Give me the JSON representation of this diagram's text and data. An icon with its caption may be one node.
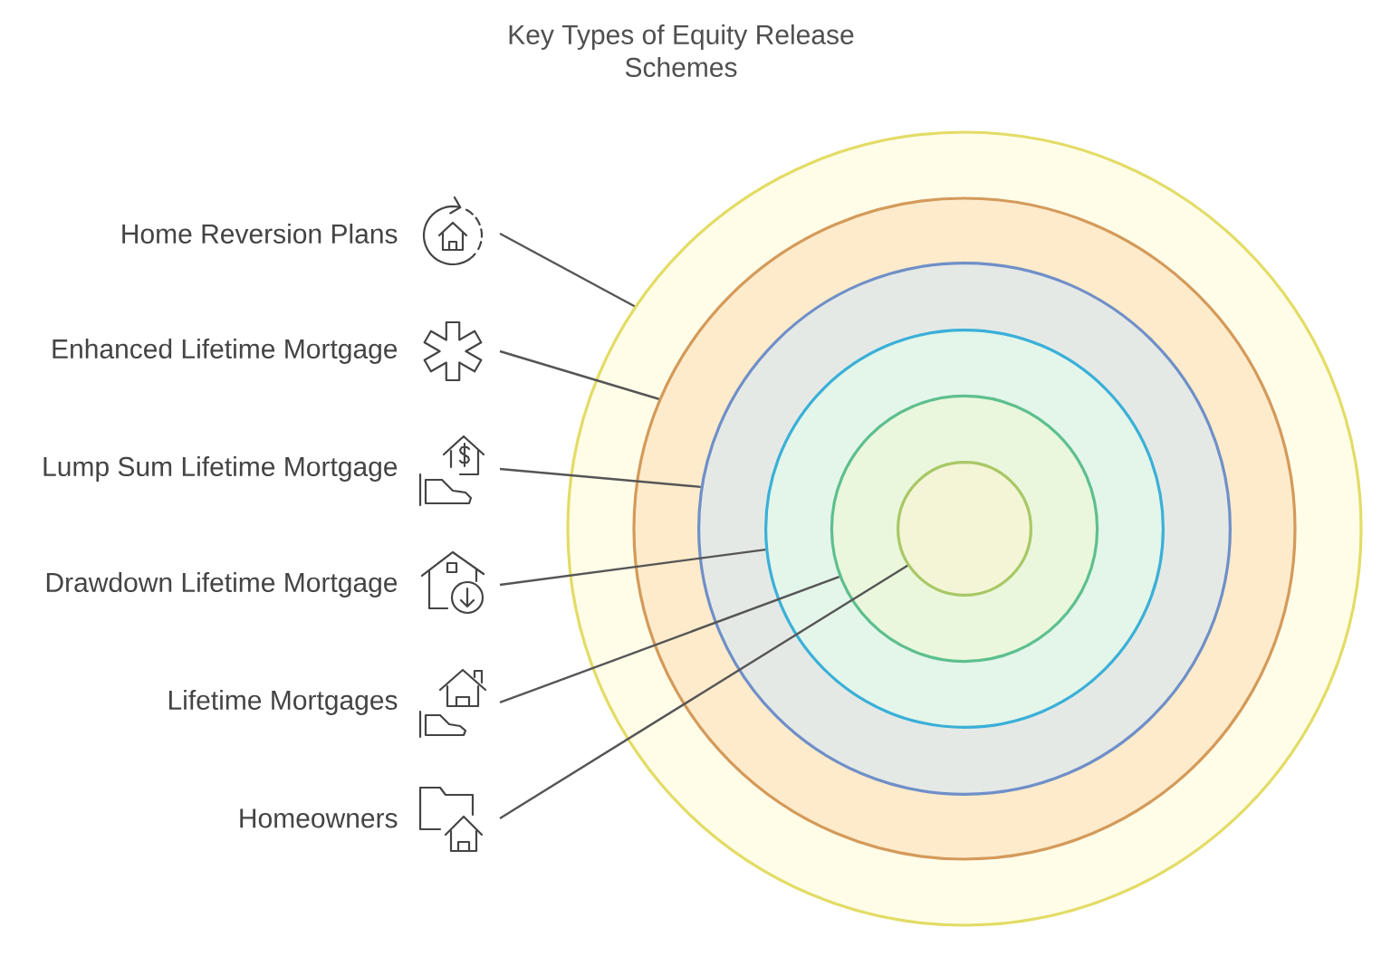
{
  "diagram": {
    "title": "Key Types of Equity Release Schemes",
    "nodes": [
      {
        "text": [
          "Home Reversion Plans"
        ]
      },
      {
        "text": [
          "Enhanced Lifetime Mortgage"
        ]
      },
      {
        "text": [
          "Lump Sum Lifetime Mortgage"
        ]
      },
      {
        "text": [
          "Drawdown Lifetime Mortgage"
        ]
      },
      {
        "text": [
          "Lifetime Mortgages"
        ]
      },
      {
        "text": [
          "Homeowners"
        ]
      },
      {
        "text": [],
        "shape": "circle"
      },
      {
        "text": [],
        "shape": "circle",
        "in": 6
      },
      {
        "text": [],
        "shape": "circle",
        "in": 7
      },
      {
        "text": [],
        "shape": "circle",
        "in": 8
      },
      {
        "text": [],
        "shape": "circle",
        "in": 9
      },
      {
        "text": [],
        "shape": "circle",
        "in": 10
      }
    ],
    "edges": [
      {
        "from": 0,
        "to": 6,
        "arrow": "none"
      },
      {
        "from": 1,
        "to": 7,
        "arrow": "none"
      },
      {
        "from": 2,
        "to": 8,
        "arrow": "none"
      },
      {
        "from": 3,
        "to": 9,
        "arrow": "none"
      },
      {
        "from": 4,
        "to": 10,
        "arrow": "none"
      },
      {
        "from": 5,
        "to": 11,
        "arrow": "none"
      }
    ]
  }
}
